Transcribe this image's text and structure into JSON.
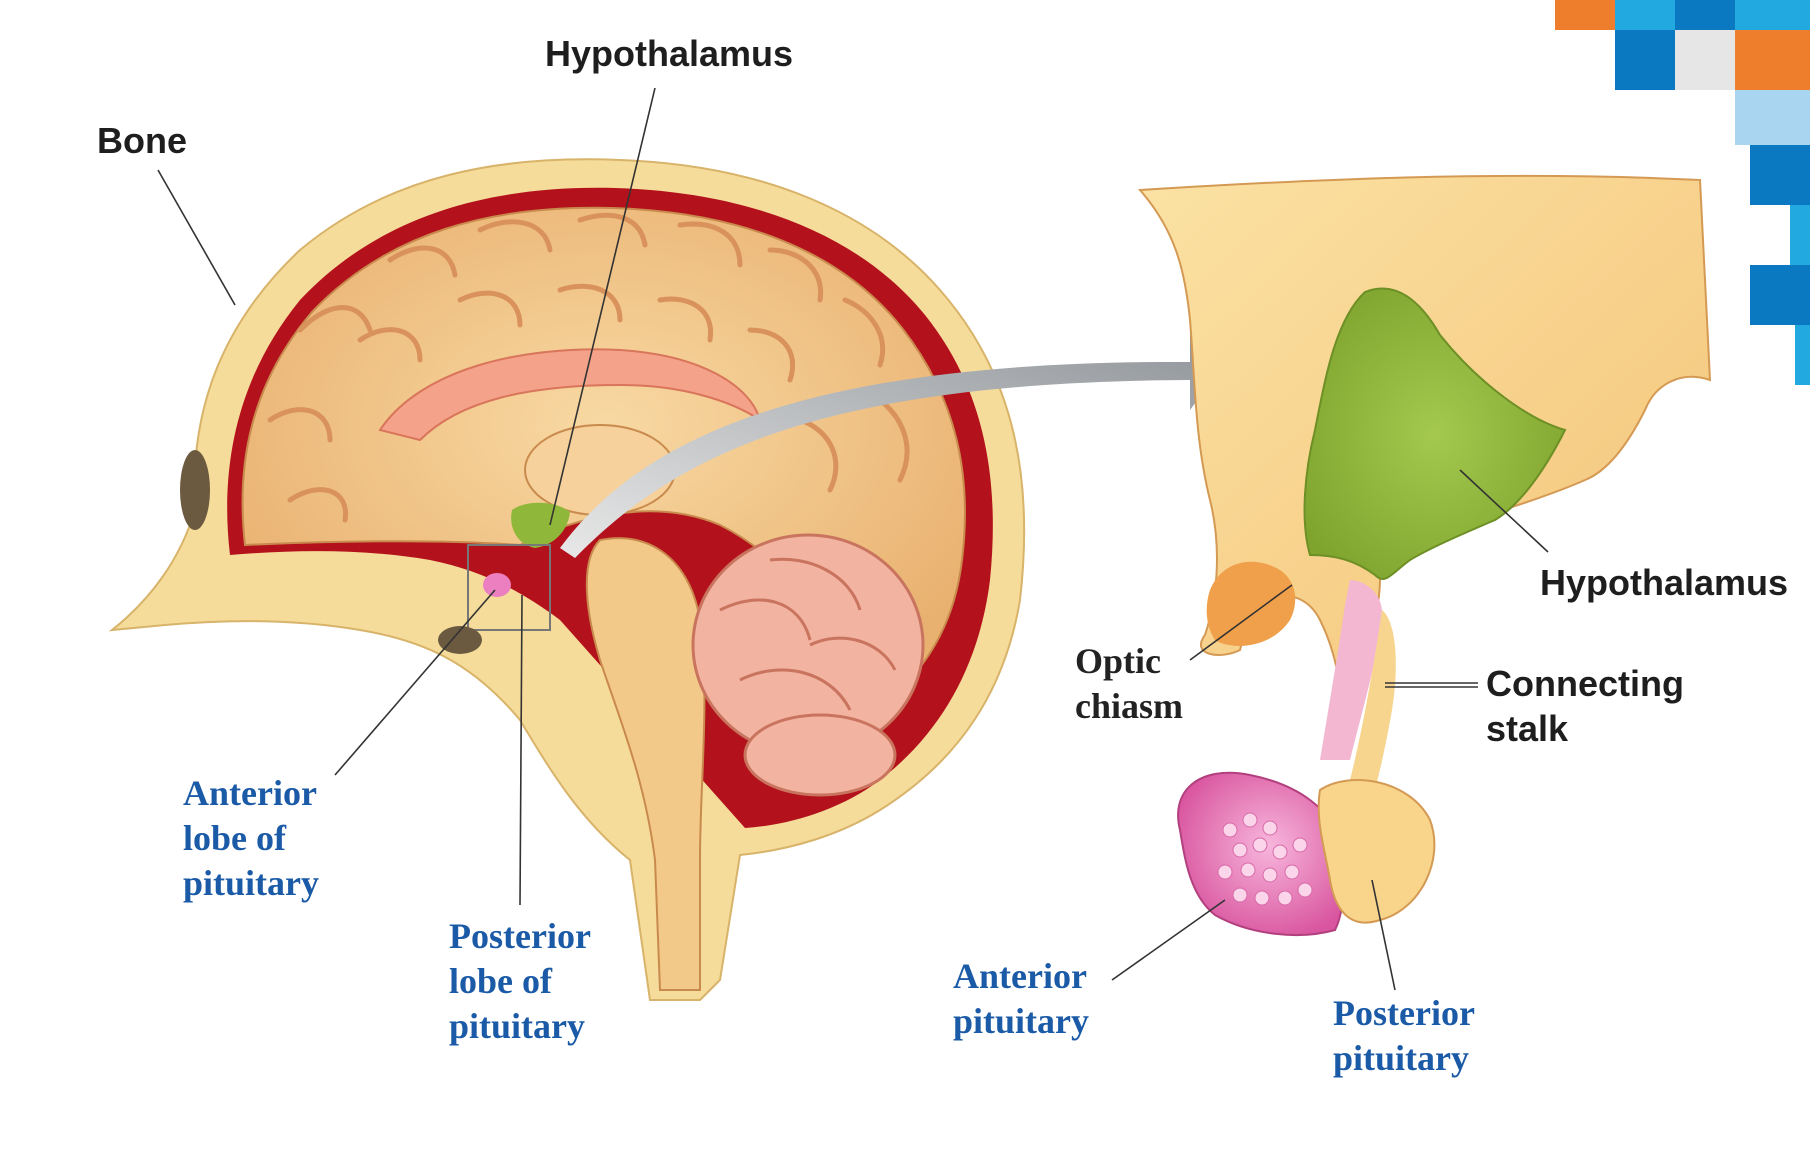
{
  "labels": {
    "hypothalamus_top": "Hypothalamus",
    "bone": "Bone",
    "anterior_lobe_1": "Anterior",
    "anterior_lobe_2": "lobe of",
    "anterior_lobe_3": "pituitary",
    "posterior_lobe_1": "Posterior",
    "posterior_lobe_2": "lobe of",
    "posterior_lobe_3": "pituitary",
    "optic_chiasm_1": "Optic",
    "optic_chiasm_2": "chiasm",
    "hypothalamus_right": "Hypothalamus",
    "connecting_stalk_1": "Connecting",
    "connecting_stalk_2": "stalk",
    "anterior_pituitary_1": "Anterior",
    "anterior_pituitary_2": "pituitary",
    "posterior_pituitary_1": "Posterior",
    "posterior_pituitary_2": "pituitary"
  },
  "colors": {
    "bone": "#f6dc9a",
    "dura_red": "#b3121c",
    "brain_tan": "#f3c98a",
    "gyrus_shadow": "#d9925b",
    "cerebellum_pink": "#f2b3a0",
    "hypothalamus_green": "#8fb83a",
    "anterior_pink": "#ec7fc0",
    "arrow_gray": "#9ea2a6",
    "blue_text": "#1b5aa6",
    "deco_orange": "#ee7d2c",
    "deco_blue": "#0b78c2",
    "deco_light_blue": "#a9d5f0",
    "deco_cyan": "#22a9e0",
    "deco_gray": "#e6e6e6"
  }
}
